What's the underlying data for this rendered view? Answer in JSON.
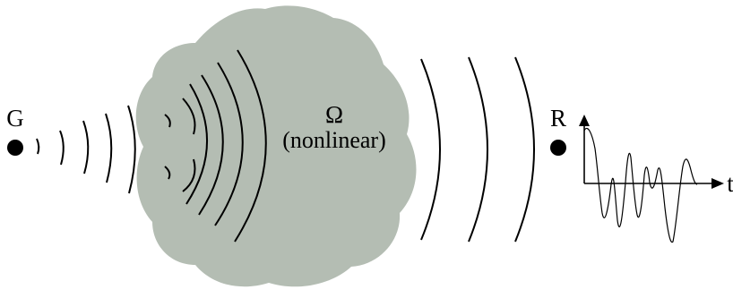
{
  "diagram": {
    "labels": {
      "source": "G",
      "receiver": "R",
      "domain_symbol": "Ω",
      "domain_note": "(nonlinear)",
      "time_axis": "t"
    },
    "colors": {
      "domain_fill": "#b4bdb3",
      "stroke": "#000000",
      "point": "#000000"
    },
    "elements": {
      "source_point": "source-point",
      "receiver_point": "receiver-point",
      "medium": "nonlinear-medium-blob",
      "incident_wavefronts": "wavefront-arcs-left",
      "internal_wavefronts": "wavefront-arcs-inside",
      "outgoing_wavefronts": "wavefront-arcs-right",
      "signal_plot": "received-signal-plot"
    }
  }
}
